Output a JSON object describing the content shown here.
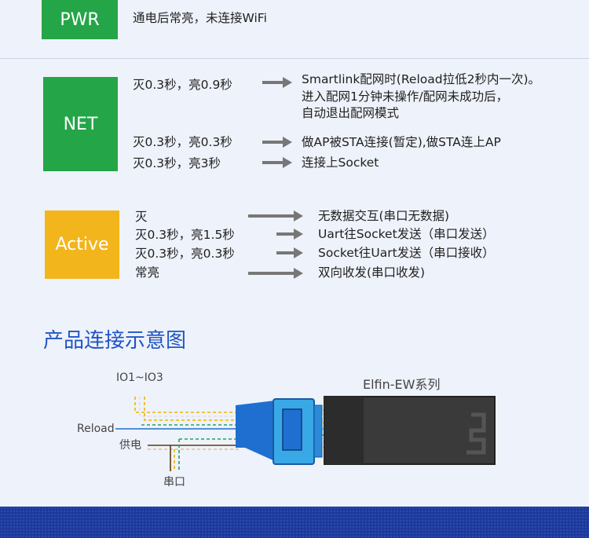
{
  "pwr": {
    "badge": "PWR",
    "text": "通电后常亮，未连接WiFi"
  },
  "net": {
    "badge": "NET",
    "rows": [
      {
        "state": "灭0.3秒，亮0.9秒",
        "lines": [
          "Smartlink配网时(Reload拉低2秒内一次)。",
          "进入配网1分钟未操作/配网未成功后，",
          "自动退出配网模式"
        ]
      },
      {
        "state": "灭0.3秒，亮0.3秒",
        "lines": [
          "做AP被STA连接(暂定),做STA连上AP"
        ]
      },
      {
        "state": "灭0.3秒，亮3秒",
        "lines": [
          "连接上Socket"
        ]
      }
    ]
  },
  "active": {
    "badge": "Active",
    "rows": [
      {
        "state": "灭",
        "desc": "无数据交互(串口无数据)"
      },
      {
        "state": "灭0.3秒，亮1.5秒",
        "desc": "Uart往Socket发送（串口发送）"
      },
      {
        "state": "灭0.3秒，亮0.3秒",
        "desc": "Socket往Uart发送（串口接收）"
      },
      {
        "state": "常亮",
        "desc": "双向收发(串口收发)"
      }
    ]
  },
  "connection": {
    "title": "产品连接示意图",
    "label_io": "IO1~IO3",
    "label_reload": "Reload",
    "label_power": "供电",
    "label_serial": "串口",
    "module_name": "Elfin-EW系列"
  },
  "colors": {
    "green": "#24a548",
    "yellow": "#f3b51c",
    "title_blue": "#1f55c6",
    "cable_blue": "#1f6fd0",
    "band": "#1d3a9a"
  }
}
